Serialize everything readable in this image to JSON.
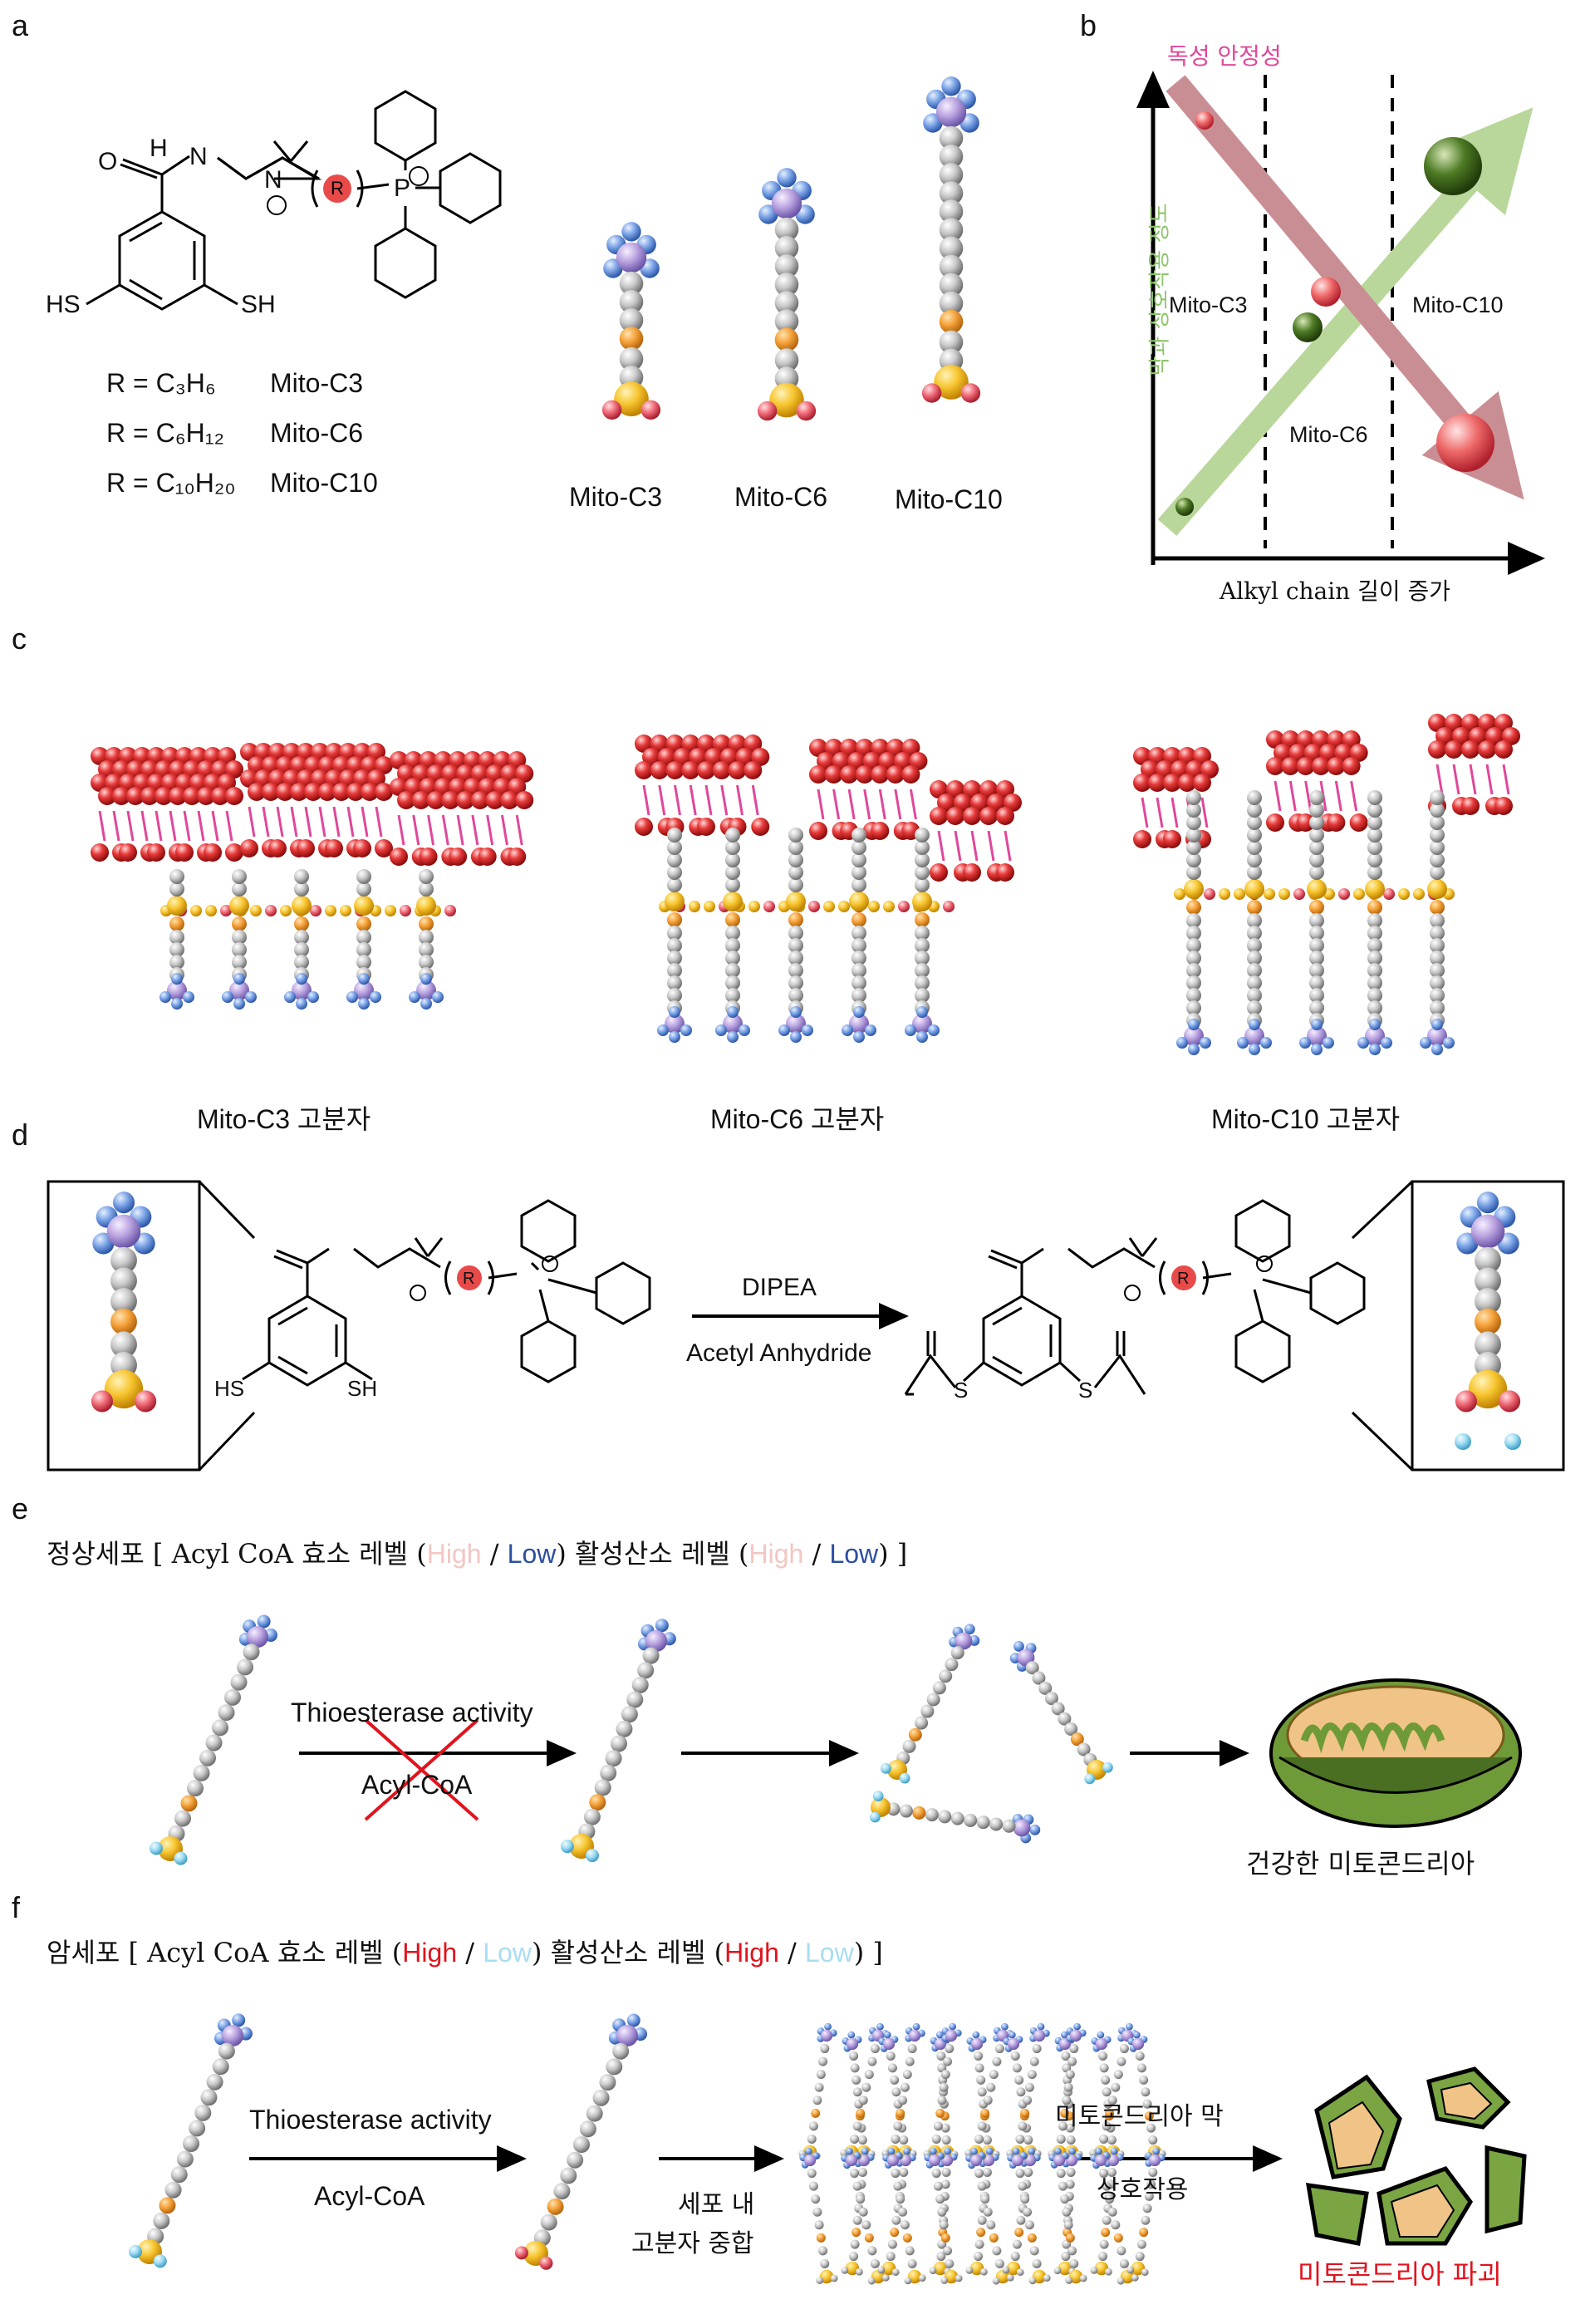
{
  "panels": {
    "a": "a",
    "b": "b",
    "c": "c",
    "d": "d",
    "e": "e",
    "f": "f"
  },
  "panel_a": {
    "structure": {
      "o": "O",
      "n": "N",
      "h": "H",
      "n2": "N",
      "r": "R",
      "p": "P",
      "sh1": "HS",
      "sh2": "SH"
    },
    "r_rows": [
      {
        "formula": "R = C₃H₆",
        "name": "Mito-C3"
      },
      {
        "formula": "R = C₆H₁₂",
        "name": "Mito-C6"
      },
      {
        "formula": "R = C₁₀H₂₀",
        "name": "Mito-C10"
      }
    ],
    "models": [
      "Mito-C3",
      "Mito-C6",
      "Mito-C10"
    ]
  },
  "panel_b": {
    "toxicity_label": "독성 안정성",
    "membrane_label": "막과 상호작용 정도",
    "x_axis_label": "Alkyl chain 길이 증가",
    "regions": [
      "Mito-C3",
      "Mito-C6",
      "Mito-C10"
    ],
    "colors": {
      "toxicity": "#c98e93",
      "membrane": "#b9d79a",
      "toxicity_text": "#e0479a",
      "membrane_text": "#8cc46a"
    }
  },
  "panel_c": {
    "captions": [
      "Mito-C3 고분자",
      "Mito-C6 고분자",
      "Mito-C10 고분자"
    ]
  },
  "panel_d": {
    "reagent1": "DIPEA",
    "reagent2": "Acetyl Anhydride",
    "left_sh1": "HS",
    "left_sh2": "SH",
    "right_s1": "S",
    "right_s2": "S"
  },
  "panel_e": {
    "header_prefix": "정상세포 [ Acyl CoA 효소 레벨 (",
    "high": "High",
    "slash": " / ",
    "low": "Low",
    "mid": ")  활성산소 레벨 (",
    "end": ") ]",
    "arrow_top": "Thioesterase activity",
    "arrow_bottom": "Acyl-CoA",
    "result": "건강한 미토콘드리아",
    "colors": {
      "high": "#f4c6c2",
      "low": "#2b4f9e"
    }
  },
  "panel_f": {
    "header_prefix": "암세포  [ Acyl CoA 효소 레벨 (",
    "high": "High",
    "slash": " / ",
    "low": "Low",
    "mid": ")  활성산소 레벨 (",
    "end": ") ]",
    "arrow_top": "Thioesterase activity",
    "arrow_bottom": "Acyl-CoA",
    "poly_line1": "세포 내",
    "poly_line2": "고분자 중합",
    "mem_line1": "미토콘드리아 막",
    "mem_line2": "상호작용",
    "result": "미토콘드리아 파괴",
    "colors": {
      "high": "#e0141e",
      "low": "#a8ddf2",
      "result": "#e0141e"
    }
  }
}
